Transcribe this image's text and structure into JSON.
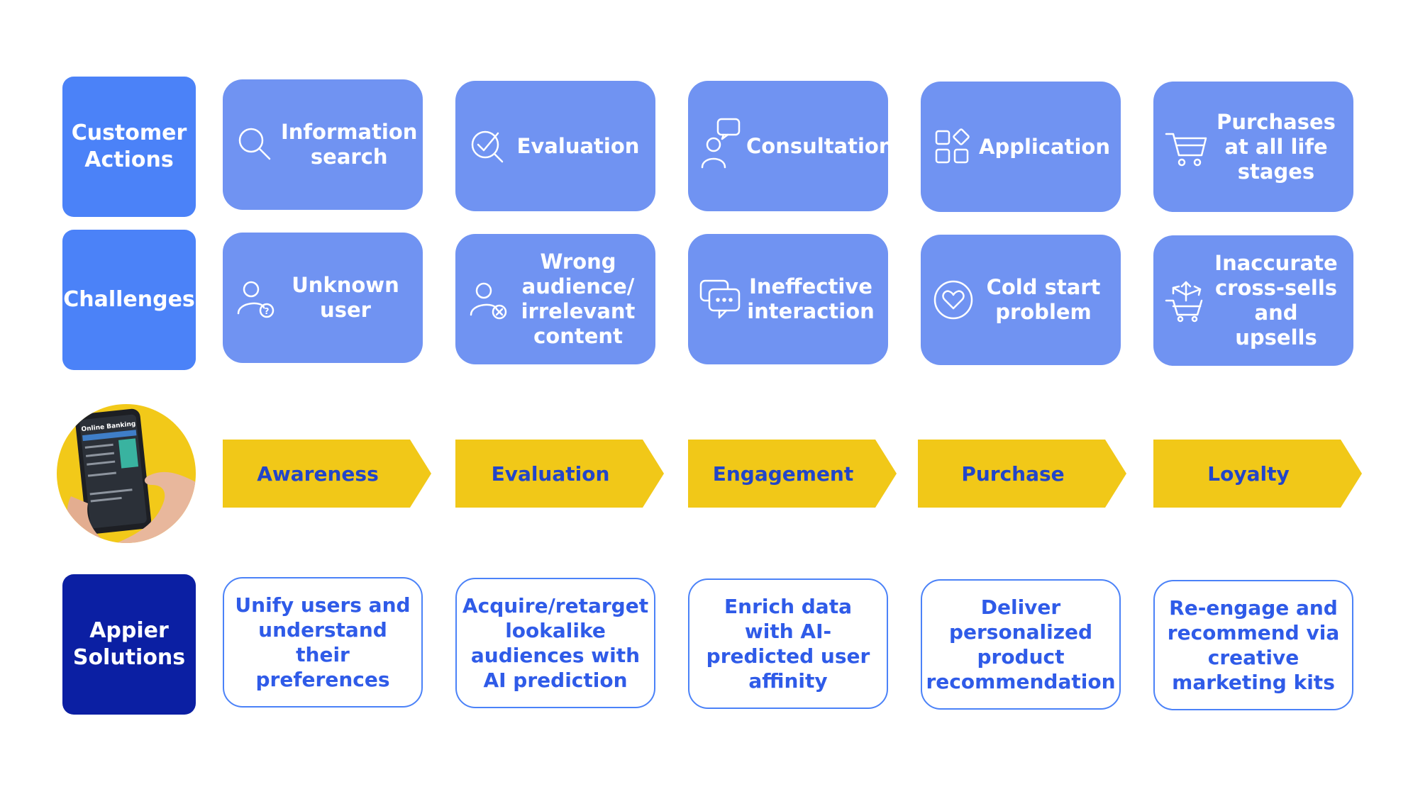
{
  "rows": {
    "customer_actions": "Customer Actions",
    "challenges": "Challenges",
    "solutions": "Appier Solutions"
  },
  "actions": [
    {
      "label": "Information search",
      "icon": "search-icon"
    },
    {
      "label": "Evaluation",
      "icon": "check-magnifier-icon"
    },
    {
      "label": "Consultation",
      "icon": "person-chat-icon"
    },
    {
      "label": "Application",
      "icon": "apps-grid-icon"
    },
    {
      "label": "Purchases at all life stages",
      "icon": "cart-icon"
    }
  ],
  "challenges": [
    {
      "label": "Unknown user",
      "icon": "user-question-icon"
    },
    {
      "label": "Wrong audience/ irrelevant content",
      "icon": "user-x-icon"
    },
    {
      "label": "Ineffective interaction",
      "icon": "chat-bubbles-icon"
    },
    {
      "label": "Cold start problem",
      "icon": "heart-circle-icon"
    },
    {
      "label": "Inaccurate cross-sells and upsells",
      "icon": "cart-arrows-icon"
    }
  ],
  "stages": [
    "Awareness",
    "Evaluation",
    "Engagement",
    "Purchase",
    "Loyalty"
  ],
  "solutions": [
    "Unify users and understand their preferences",
    "Acquire/retarget lookalike audiences with AI prediction",
    "Enrich data with AI-predicted user affinity",
    "Deliver personalized product recommendation",
    "Re-engage and recommend via creative marketing kits"
  ],
  "phone_screen_title": "Online Banking",
  "colors": {
    "label_blue": "#4b82f8",
    "label_navy": "#0b1fa3",
    "card_blue": "#7093f2",
    "stage_yellow": "#f1c818",
    "stage_text": "#2245c9",
    "solution_text": "#2f5be8"
  }
}
